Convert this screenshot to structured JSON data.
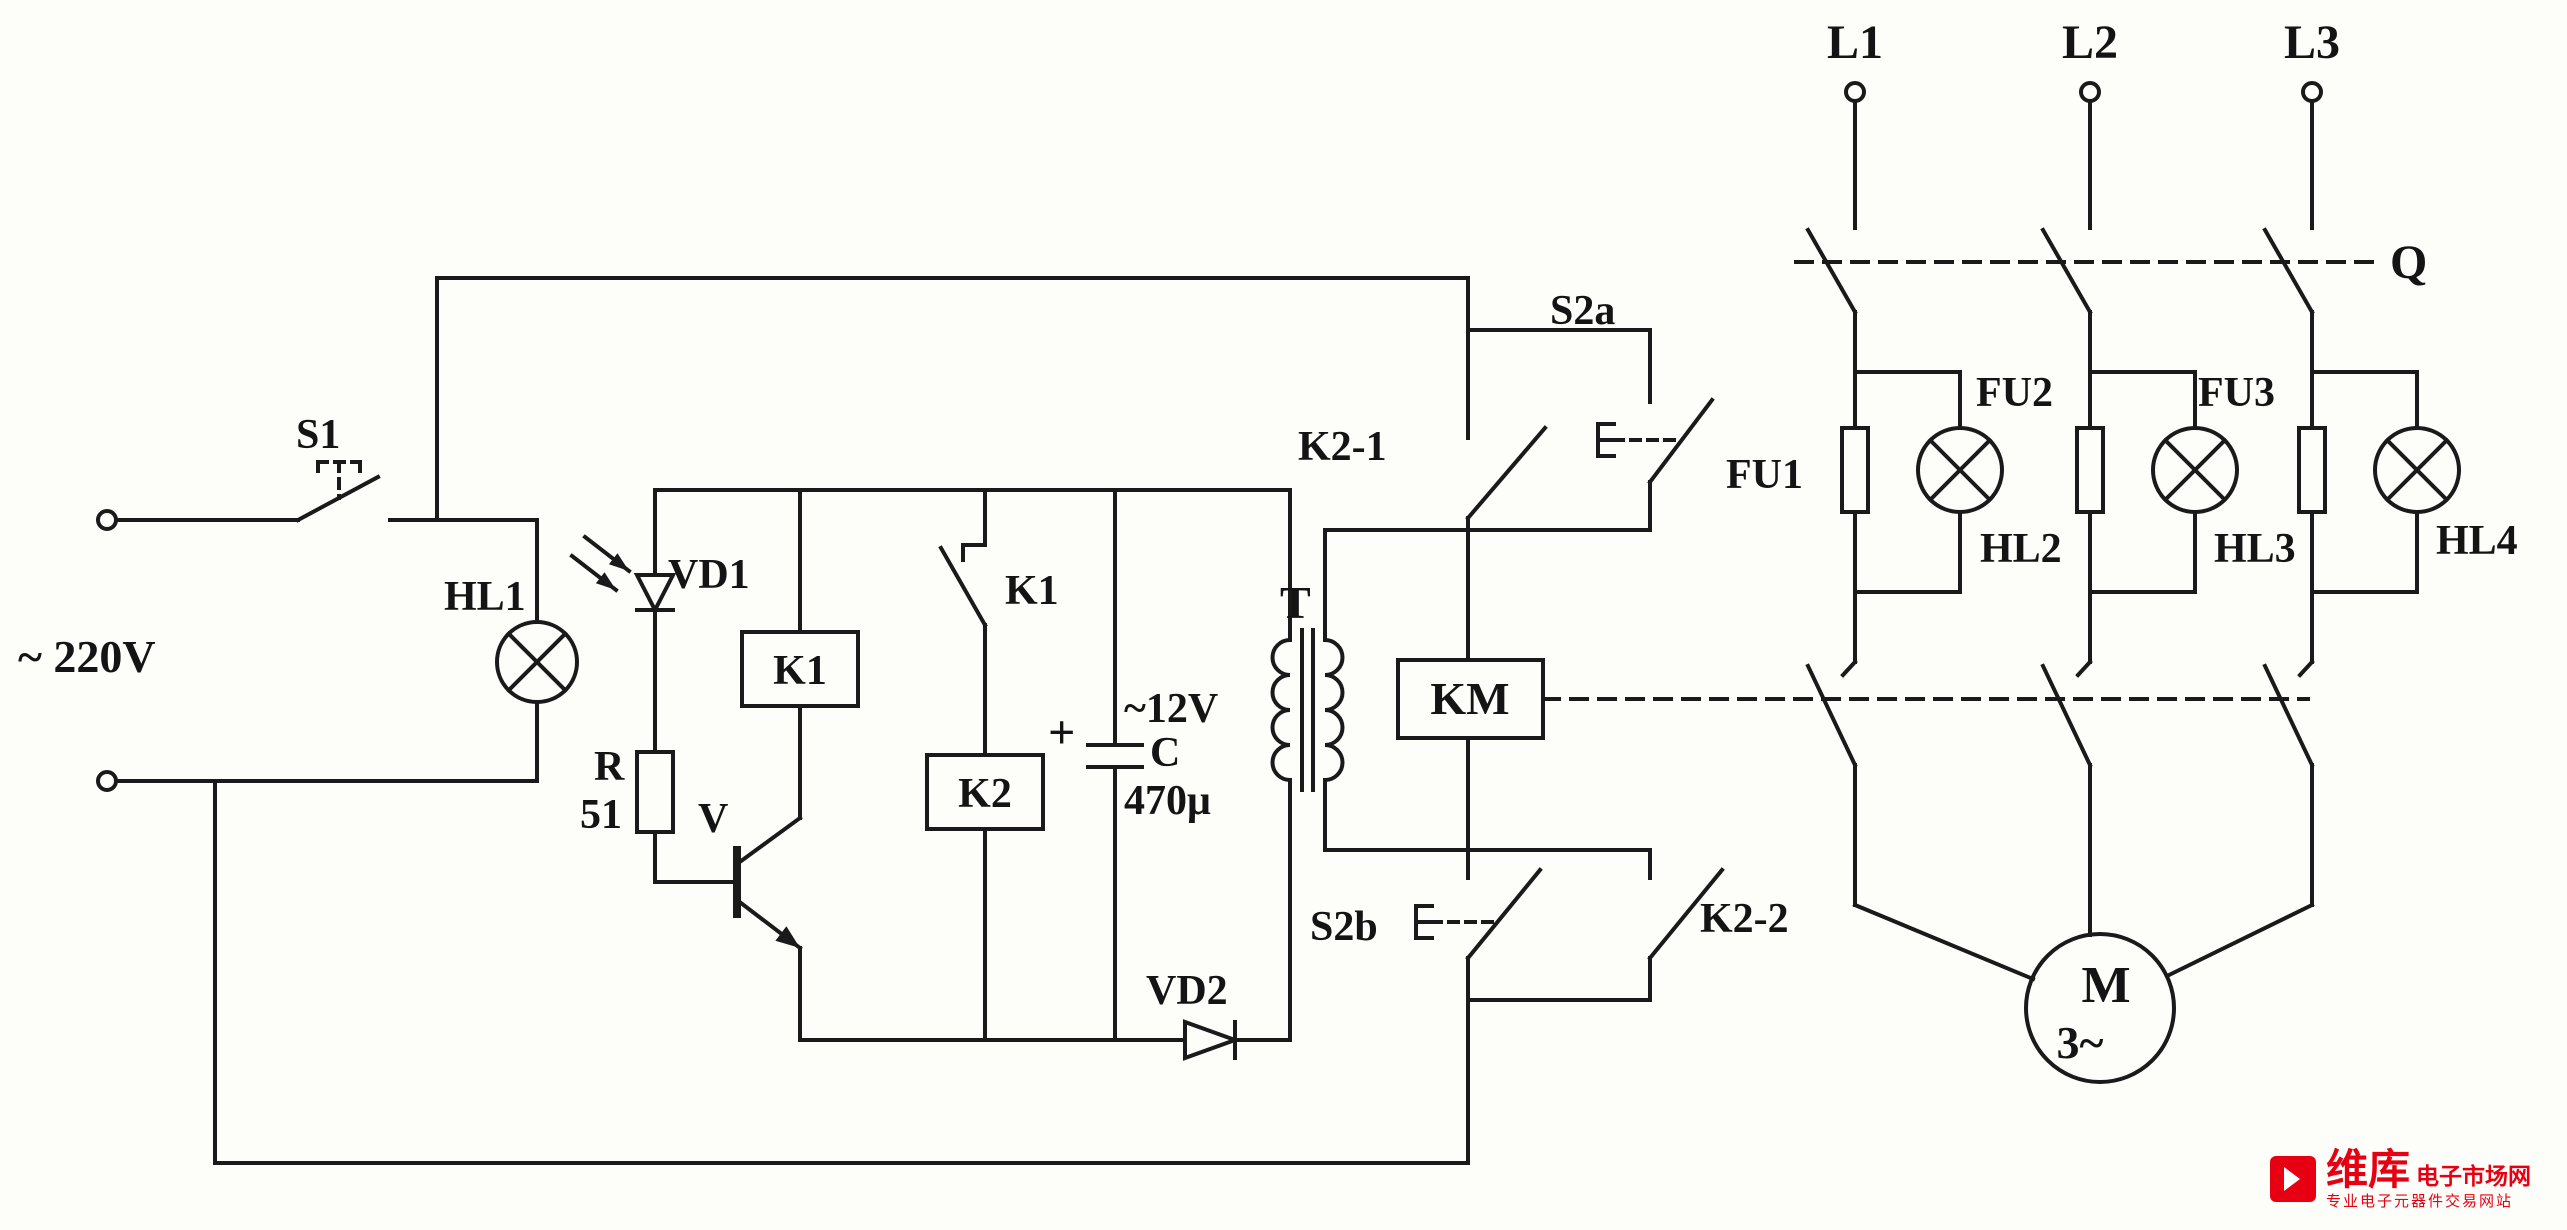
{
  "diagram": {
    "supply_label": "~ 220V",
    "control": {
      "s1": "S1",
      "hl1": "HL1",
      "vd1": "VD1",
      "r_name": "R",
      "r_value": "51",
      "v": "V",
      "k1_coil": "K1",
      "k1_contact": "K1",
      "k2_coil": "K2",
      "cap_plus": "+",
      "cap_name": "C",
      "cap_value": "470μ",
      "ac_12v": "~12V",
      "t": "T",
      "vd2": "VD2",
      "km": "KM",
      "k2_1": "K2-1",
      "s2a": "S2a",
      "s2b": "S2b",
      "k2_2": "K2-2"
    },
    "power": {
      "l1": "L1",
      "l2": "L2",
      "l3": "L3",
      "q": "Q",
      "fu1": "FU1",
      "fu2": "FU2",
      "fu3": "FU3",
      "hl2": "HL2",
      "hl3": "HL3",
      "hl4": "HL4",
      "m": "M",
      "m_phases": "3~"
    }
  },
  "watermark": {
    "brand": "维库",
    "brand_suffix": "电子市场网",
    "tagline": "专业电子元器件交易网站",
    "color": "#e60012"
  },
  "colors": {
    "ink": "#1a1a1a",
    "paper": "#fdfdfa"
  }
}
